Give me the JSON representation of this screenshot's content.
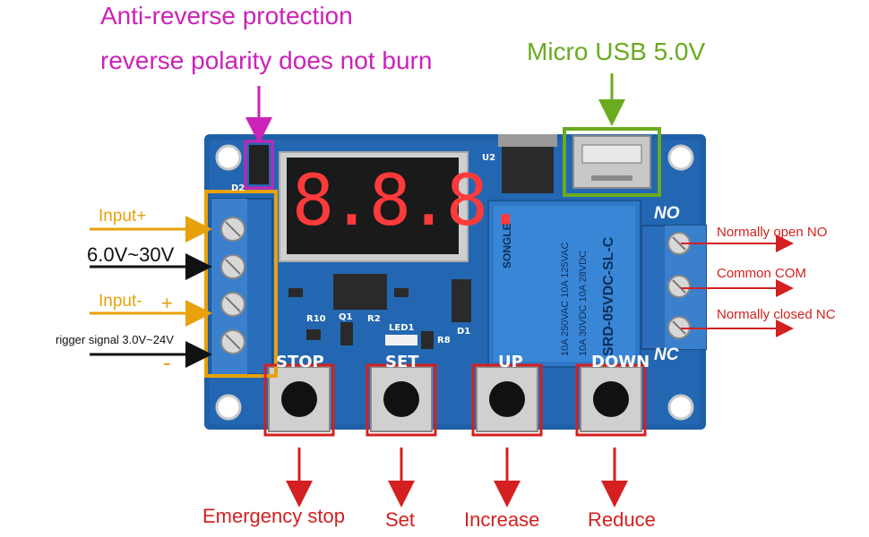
{
  "colors": {
    "magenta": "#cc22b8",
    "green": "#6aab1f",
    "orange": "#e8a10c",
    "red": "#d42020",
    "black": "#111111",
    "pcb_blue": "#1f5fa8",
    "relay_blue": "#2f78c8",
    "terminal_blue": "#2a6ebb"
  },
  "top": {
    "anti_reverse_line1": "Anti-reverse protection",
    "anti_reverse_line2": "reverse polarity does not burn",
    "micro_usb": "Micro USB 5.0V"
  },
  "left": {
    "input_plus": "Input+",
    "voltage_range": "6.0V~30V",
    "input_minus": "Input-",
    "plus_sign": "+",
    "trigger": "rigger signal 3.0V~24V",
    "minus_sign": "-"
  },
  "right": {
    "no_label": "NO",
    "nc_label": "NC",
    "normally_open": "Normally open NO",
    "common": "Common COM",
    "normally_closed": "Normally closed NC"
  },
  "bottom": {
    "emergency_stop": "Emergency stop",
    "set": "Set",
    "increase": "Increase",
    "reduce": "Reduce"
  },
  "board": {
    "stop_label": "STOP",
    "set_label": "SET",
    "up_label": "UP",
    "down_label": "DOWN",
    "led_label": "LED1",
    "r10": "R10",
    "q1": "Q1",
    "r2": "R2",
    "r8": "R8",
    "d1": "D1",
    "u2": "U2",
    "d2": "D2",
    "display_digits": "8.8.8.",
    "relay_brand": "SONGLE",
    "relay_model": "SRD-05VDC-SL-C",
    "relay_rating1": "10A 250VAC  10A 125VAC",
    "relay_rating2": "10A  30VDC  10A  28VDC"
  }
}
